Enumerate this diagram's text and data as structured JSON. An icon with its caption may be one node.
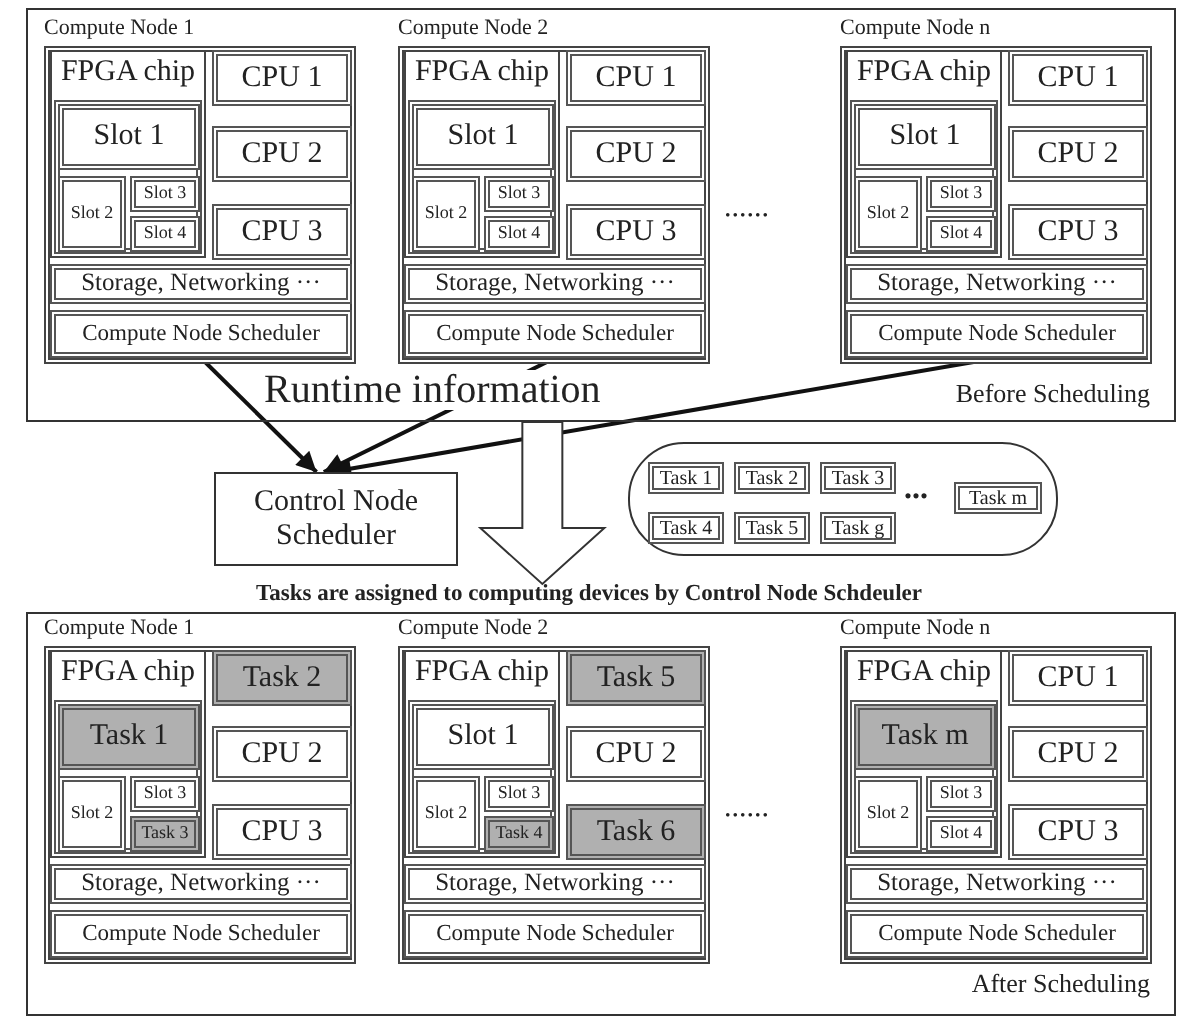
{
  "diagram": {
    "nodes": [
      {
        "text": [
          "Before Scheduling"
        ]
      },
      {
        "text": [
          "Compute Node 1"
        ],
        "in": 0
      },
      {
        "text": [
          "FPGA chip"
        ],
        "in": 1
      },
      {
        "text": [
          "Slot 1"
        ],
        "in": 2
      },
      {
        "text": [
          "Slot 2"
        ],
        "in": 2
      },
      {
        "text": [
          "Slot 3"
        ],
        "in": 2
      },
      {
        "text": [
          "Slot 4"
        ],
        "in": 2
      },
      {
        "text": [
          "CPU 1"
        ],
        "in": 1
      },
      {
        "text": [
          "CPU 2"
        ],
        "in": 1
      },
      {
        "text": [
          "CPU 3"
        ],
        "in": 1
      },
      {
        "text": [
          "Storage, Networking ···"
        ],
        "in": 1
      },
      {
        "text": [
          "Compute Node Scheduler"
        ],
        "in": 1
      },
      {
        "text": [
          "Compute Node 2"
        ],
        "in": 0
      },
      {
        "text": [
          "FPGA chip"
        ],
        "in": 12
      },
      {
        "text": [
          "Slot 1"
        ],
        "in": 13
      },
      {
        "text": [
          "Slot 2"
        ],
        "in": 13
      },
      {
        "text": [
          "Slot 3"
        ],
        "in": 13
      },
      {
        "text": [
          "Slot 4"
        ],
        "in": 13
      },
      {
        "text": [
          "CPU 1"
        ],
        "in": 12
      },
      {
        "text": [
          "CPU 2"
        ],
        "in": 12
      },
      {
        "text": [
          "CPU 3"
        ],
        "in": 12
      },
      {
        "text": [
          "Storage, Networking ···"
        ],
        "in": 12
      },
      {
        "text": [
          "Compute Node Scheduler"
        ],
        "in": 12
      },
      {
        "text": [
          "Compute Node n"
        ],
        "in": 0
      },
      {
        "text": [
          "FPGA chip"
        ],
        "in": 23
      },
      {
        "text": [
          "Slot 1"
        ],
        "in": 24
      },
      {
        "text": [
          "Slot 2"
        ],
        "in": 24
      },
      {
        "text": [
          "Slot 3"
        ],
        "in": 24
      },
      {
        "text": [
          "Slot 4"
        ],
        "in": 24
      },
      {
        "text": [
          "CPU 1"
        ],
        "in": 23
      },
      {
        "text": [
          "CPU 2"
        ],
        "in": 23
      },
      {
        "text": [
          "CPU 3"
        ],
        "in": 23
      },
      {
        "text": [
          "Storage, Networking ···"
        ],
        "in": 23
      },
      {
        "text": [
          "Compute Node Scheduler"
        ],
        "in": 23
      },
      {
        "text": [
          "Control Node Scheduler"
        ]
      },
      {
        "text": [],
        "shape": "box"
      },
      {
        "text": [
          "Task 1"
        ],
        "in": 35
      },
      {
        "text": [
          "Task 2"
        ],
        "in": 35
      },
      {
        "text": [
          "Task 3"
        ],
        "in": 35
      },
      {
        "text": [
          "Task 4"
        ],
        "in": 35
      },
      {
        "text": [
          "Task 5"
        ],
        "in": 35
      },
      {
        "text": [
          "Task g"
        ],
        "in": 35
      },
      {
        "text": [
          "Task m"
        ],
        "in": 35
      },
      {
        "text": [
          "After Scheduling"
        ]
      },
      {
        "text": [
          "Compute Node 1"
        ],
        "in": 43
      },
      {
        "text": [
          "FPGA chip"
        ],
        "in": 44
      },
      {
        "text": [
          "Task 1"
        ],
        "in": 45
      },
      {
        "text": [
          "Slot 2"
        ],
        "in": 45
      },
      {
        "text": [
          "Slot 3"
        ],
        "in": 45
      },
      {
        "text": [
          "Task 3"
        ],
        "in": 45
      },
      {
        "text": [
          "Task 2"
        ],
        "in": 44
      },
      {
        "text": [
          "CPU 2"
        ],
        "in": 44
      },
      {
        "text": [
          "CPU 3"
        ],
        "in": 44
      },
      {
        "text": [
          "Storage, Networking ···"
        ],
        "in": 44
      },
      {
        "text": [
          "Compute Node Scheduler"
        ],
        "in": 44
      },
      {
        "text": [
          "Compute Node 2"
        ],
        "in": 43
      },
      {
        "text": [
          "FPGA chip"
        ],
        "in": 55
      },
      {
        "text": [
          "Slot 1"
        ],
        "in": 56
      },
      {
        "text": [
          "Slot 2"
        ],
        "in": 56
      },
      {
        "text": [
          "Slot 3"
        ],
        "in": 56
      },
      {
        "text": [
          "Task 4"
        ],
        "in": 56
      },
      {
        "text": [
          "Task 5"
        ],
        "in": 55
      },
      {
        "text": [
          "CPU 2"
        ],
        "in": 55
      },
      {
        "text": [
          "Task 6"
        ],
        "in": 55
      },
      {
        "text": [
          "Storage, Networking ···"
        ],
        "in": 55
      },
      {
        "text": [
          "Compute Node Scheduler"
        ],
        "in": 55
      },
      {
        "text": [
          "Compute Node n"
        ],
        "in": 43
      },
      {
        "text": [
          "FPGA chip"
        ],
        "in": 66
      },
      {
        "text": [
          "Task m"
        ],
        "in": 67
      },
      {
        "text": [
          "Slot 2"
        ],
        "in": 67
      },
      {
        "text": [
          "Slot 3"
        ],
        "in": 67
      },
      {
        "text": [
          "Slot 4"
        ],
        "in": 67
      },
      {
        "text": [
          "CPU 1"
        ],
        "in": 66
      },
      {
        "text": [
          "CPU 2"
        ],
        "in": 66
      },
      {
        "text": [
          "CPU 3"
        ],
        "in": 66
      },
      {
        "text": [
          "Storage, Networking ···"
        ],
        "in": 66
      },
      {
        "text": [
          "Compute Node Scheduler"
        ],
        "in": 66
      }
    ],
    "edges": [
      {
        "from": 11,
        "to": 34,
        "arrow": "to"
      },
      {
        "from": 22,
        "to": 34,
        "arrow": "to",
        "label": "Runtime information"
      },
      {
        "from": 33,
        "to": 34,
        "arrow": "to"
      },
      {
        "from": 0,
        "to": null,
        "arrow": "to",
        "style": "thick"
      }
    ],
    "labels": [
      "......",
      "...",
      "Tasks are assigned to computing devices by Control Node Schdeuler",
      "......"
    ]
  }
}
